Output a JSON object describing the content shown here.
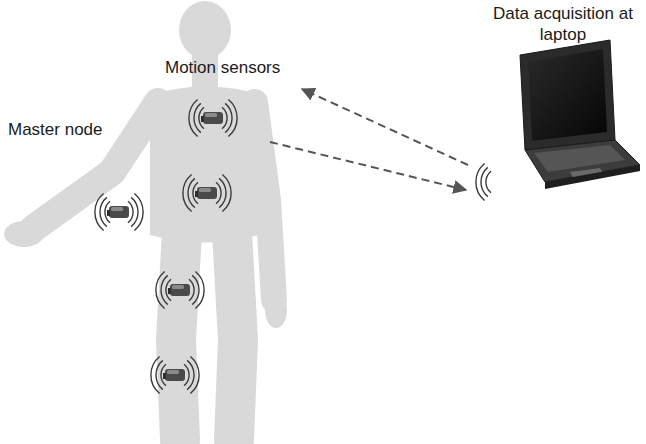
{
  "diagram": {
    "labels": [
      "Motion sensors",
      "Master node",
      "Data acquisition at laptop"
    ]
  }
}
